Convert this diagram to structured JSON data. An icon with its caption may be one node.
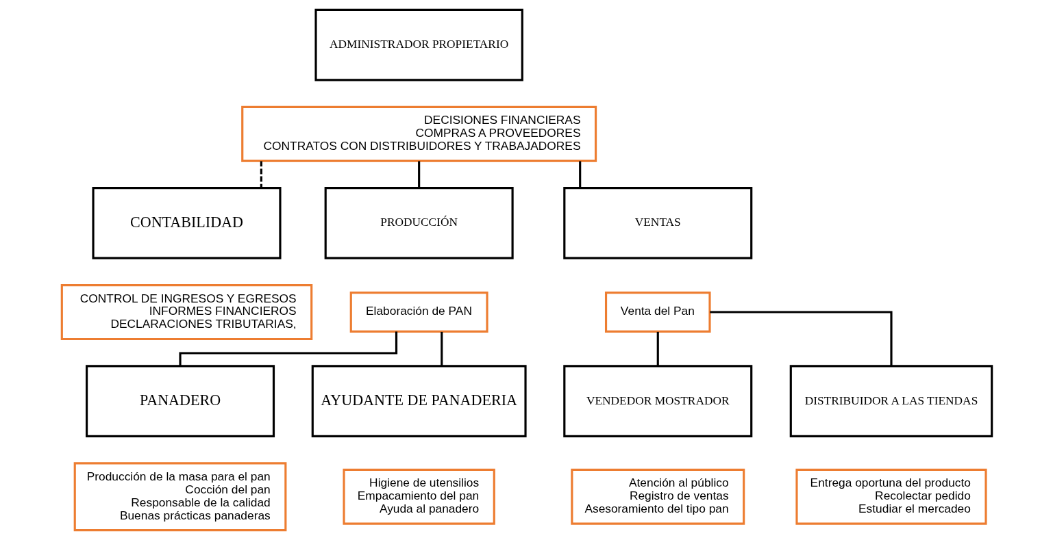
{
  "diagram": {
    "nodes": [
      {
        "text": [
          "ADMINISTRADOR PROPIETARIO"
        ]
      },
      {
        "text": [
          "DECISIONES FINANCIERAS",
          "COMPRAS A PROVEEDORES",
          "CONTRATOS CON DISTRIBUIDORES Y TRABAJADORES"
        ]
      },
      {
        "text": [
          "CONTABILIDAD"
        ]
      },
      {
        "text": [
          "CONTROL DE INGRESOS Y EGRESOS",
          "INFORMES FINANCIEROS",
          "DECLARACIONES TRIBUTARIAS,"
        ]
      },
      {
        "text": [
          "PRODUCCIÓN"
        ]
      },
      {
        "text": [
          "Elaboración de PAN"
        ]
      },
      {
        "text": [
          "VENTAS"
        ]
      },
      {
        "text": [
          "Venta del Pan"
        ]
      },
      {
        "text": [
          "PANADERO"
        ]
      },
      {
        "text": [
          "Producción de la masa para el pan",
          "Cocción del pan",
          "Responsable de la calidad",
          "Buenas prácticas panaderas"
        ]
      },
      {
        "text": [
          "AYUDANTE DE PANADERIA"
        ]
      },
      {
        "text": [
          "Higiene de utensilios",
          "Empacamiento del pan",
          "Ayuda al panadero"
        ]
      },
      {
        "text": [
          "VENDEDOR MOSTRADOR"
        ]
      },
      {
        "text": [
          "Atención al público",
          "Registro de ventas",
          "Asesoramiento del tipo pan"
        ]
      },
      {
        "text": [
          "DISTRIBUIDOR A LAS TIENDAS"
        ]
      },
      {
        "text": [
          "Entrega oportuna del producto",
          "Recolectar pedido",
          "Estudiar el mercadeo"
        ]
      }
    ],
    "edges": [
      {
        "from": 1,
        "to": 2,
        "arrow": "none",
        "style": "dashed"
      },
      {
        "from": 1,
        "to": 4,
        "arrow": "none"
      },
      {
        "from": 1,
        "to": 6,
        "arrow": "none"
      },
      {
        "from": 5,
        "to": 8,
        "arrow": "none"
      },
      {
        "from": 5,
        "to": 10,
        "arrow": "none"
      },
      {
        "from": 7,
        "to": 12,
        "arrow": "none"
      },
      {
        "from": 7,
        "to": 14,
        "arrow": "none"
      }
    ]
  }
}
